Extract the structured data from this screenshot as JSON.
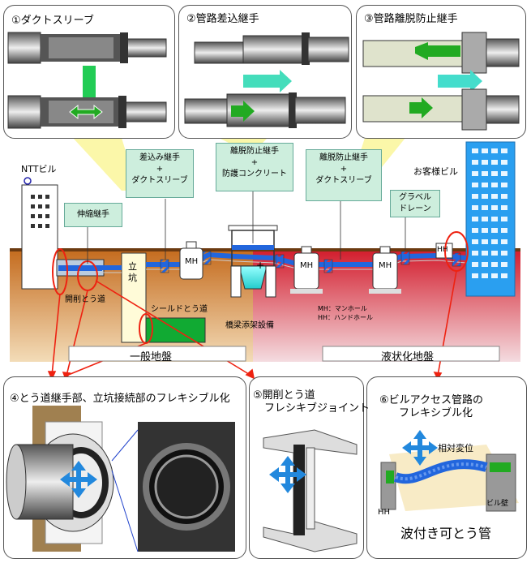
{
  "panels": {
    "p1": "①ダクトスリーブ",
    "p2": "②管路差込継手",
    "p3": "③管路離脱防止継手",
    "p4": "④とう道継手部、立坑接続部のフレキシブル化",
    "p5_line1": "⑤開削とう道",
    "p5_line2": "フレシキブジョイント",
    "p6_line1": "⑥ビルアクセス管路の",
    "p6_line2": "フレキシブル化"
  },
  "labels": {
    "sashikomi": [
      "差込み継手",
      "+",
      "ダクトスリーブ"
    ],
    "ridatsu_bogo": [
      "離脱防止継手",
      "+",
      "防護コンクリート"
    ],
    "ridatsu_duct": [
      "離脱防止継手",
      "+",
      "ダクトスリーブ"
    ],
    "shinshuku": "伸縮継手",
    "gravel": [
      "グラベル",
      "ドレーン"
    ]
  },
  "scene": {
    "ntt_building": "NTTビル",
    "customer_building": "お客様ビル",
    "kaisaku": "開削とう道",
    "tatekou": "立坑",
    "shield": "シールドとう道",
    "kyoryo": "橋梁添架設備",
    "mh": "MH",
    "hh": "HH",
    "legend_mh": "MH：マンホール",
    "legend_hh": "HH：ハンドホール",
    "ground_normal": "一般地盤",
    "ground_liquefy": "液状化地盤"
  },
  "panel6": {
    "soutai": "相対変位",
    "hh": "HH",
    "biru_heki": "ビル壁",
    "pipe_name": "波付き可とう管"
  },
  "colors": {
    "arrow_green": "#22aa22",
    "arrow_blue": "#2288dd",
    "panel_cyan": "#44ddcc",
    "ground_brown": "#cc8833",
    "ground_red": "#dd2233",
    "pipe_blue": "#2266dd",
    "shield_green": "#11aa33",
    "label_green": "#cdeedd"
  }
}
